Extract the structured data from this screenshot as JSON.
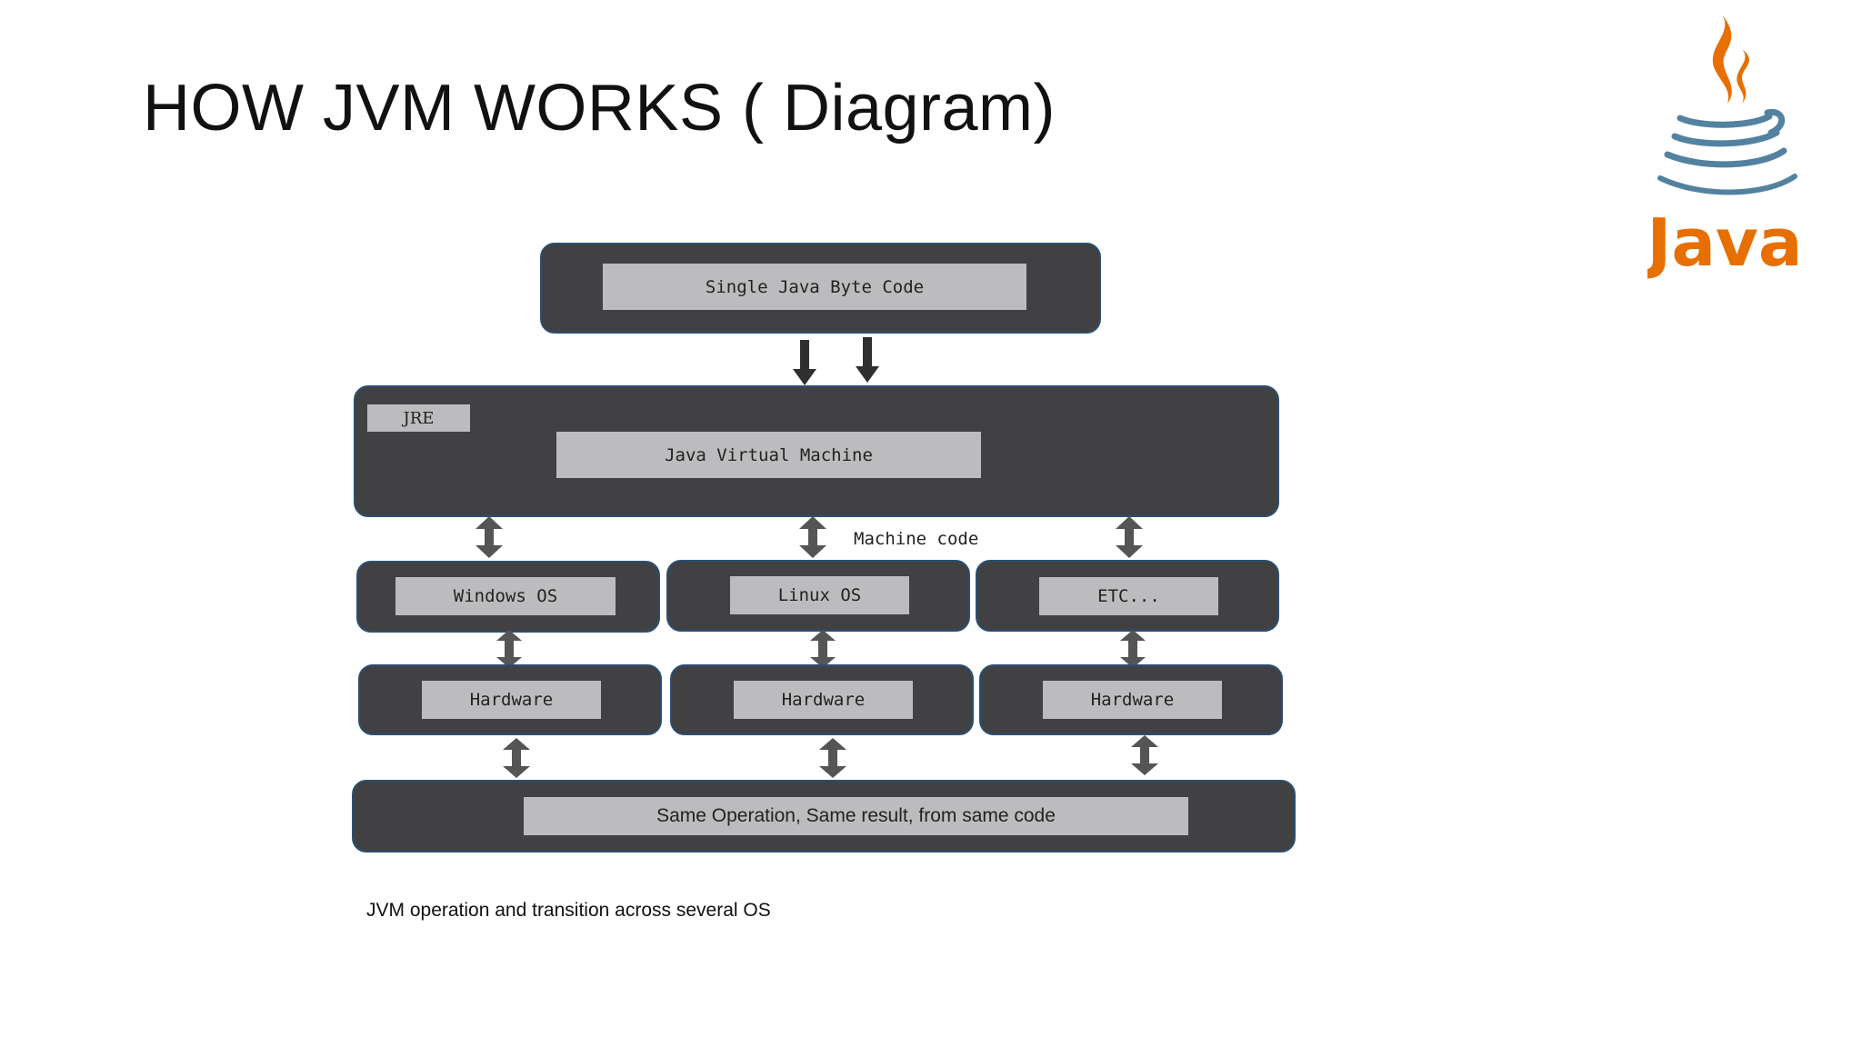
{
  "slide": {
    "title": "HOW JVM WORKS ( Diagram)",
    "caption": "JVM operation and transition across several OS"
  },
  "logo": {
    "text": "Java",
    "colors": {
      "flame": "#e76f00",
      "cup": "#5382a1"
    }
  },
  "diagram": {
    "top_block": {
      "label": "Single Java Byte Code"
    },
    "jre_block": {
      "tag": "JRE",
      "label": "Java Virtual Machine"
    },
    "machine_code_label": "Machine code",
    "os_blocks": [
      {
        "label": "Windows OS"
      },
      {
        "label": "Linux OS"
      },
      {
        "label": "ETC..."
      }
    ],
    "hardware_blocks": [
      {
        "label": "Hardware"
      },
      {
        "label": "Hardware"
      },
      {
        "label": "Hardware"
      }
    ],
    "result_block": {
      "label": "Same Operation, Same result, from same code"
    }
  },
  "colors": {
    "block_fill": "#414042",
    "block_border": "#2b4f73",
    "label_fill": "#bcbbbd",
    "arrow": "#555555"
  }
}
